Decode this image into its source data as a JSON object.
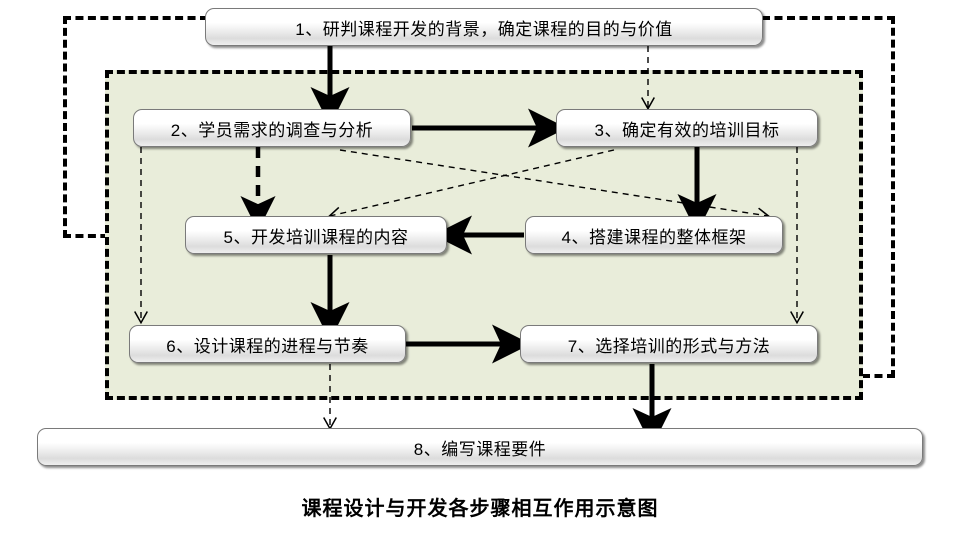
{
  "diagram": {
    "caption": "课程设计与开发各步骤相互作用示意图",
    "nodes": [
      {
        "id": "n1",
        "label": "1、研判课程开发的背景，确定课程的目的与价值"
      },
      {
        "id": "n2",
        "label": "2、学员需求的调查与分析"
      },
      {
        "id": "n3",
        "label": "3、确定有效的培训目标"
      },
      {
        "id": "n4",
        "label": "4、搭建课程的整体框架"
      },
      {
        "id": "n5",
        "label": "5、开发培训课程的内容"
      },
      {
        "id": "n6",
        "label": "6、设计课程的进程与节奏"
      },
      {
        "id": "n7",
        "label": "7、选择培训的形式与方法"
      },
      {
        "id": "n8",
        "label": "8、编写课程要件"
      }
    ],
    "edges": [
      {
        "from": "n1",
        "to": "n2",
        "style": "solid-bold"
      },
      {
        "from": "n1",
        "to": "n3",
        "style": "dashed-thin"
      },
      {
        "from": "n2",
        "to": "n3",
        "style": "solid-bold"
      },
      {
        "from": "n2",
        "to": "n5",
        "style": "dashed-bold"
      },
      {
        "from": "n2",
        "to": "n4",
        "style": "dashed-thin-diagonal"
      },
      {
        "from": "n2",
        "to": "n6",
        "style": "dashed-thin"
      },
      {
        "from": "n3",
        "to": "n4",
        "style": "solid-bold"
      },
      {
        "from": "n3",
        "to": "n5",
        "style": "dashed-thin-diagonal"
      },
      {
        "from": "n3",
        "to": "n7",
        "style": "dashed-thin"
      },
      {
        "from": "n4",
        "to": "n5",
        "style": "solid-bold"
      },
      {
        "from": "n5",
        "to": "n6",
        "style": "solid-bold"
      },
      {
        "from": "n6",
        "to": "n7",
        "style": "solid-bold"
      },
      {
        "from": "n6",
        "to": "n8",
        "style": "dashed-thin"
      },
      {
        "from": "n7",
        "to": "n8",
        "style": "solid-bold"
      },
      {
        "from": "n1",
        "to": "feedback-loop",
        "style": "dashed-bold-loop"
      }
    ],
    "colors": {
      "region_fill": "#e9edda",
      "border": "#000000",
      "node_border": "#7a7a7a",
      "text": "#000000",
      "background": "#ffffff"
    }
  }
}
